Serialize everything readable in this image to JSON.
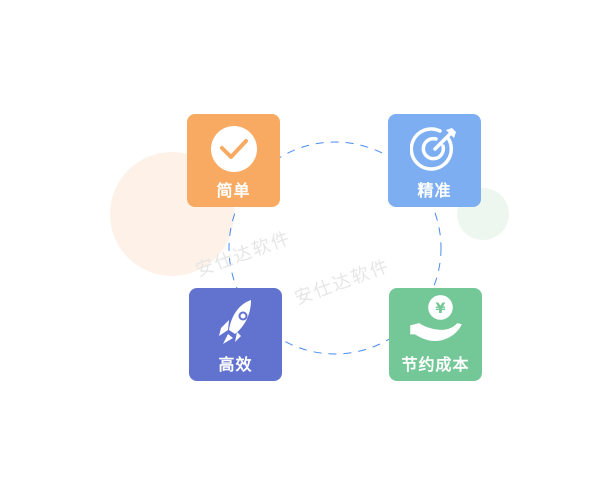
{
  "cards": [
    {
      "label": "简单",
      "icon": "check-circle-icon",
      "color": "#f8aa62"
    },
    {
      "label": "精准",
      "icon": "target-icon",
      "color": "#7daef2"
    },
    {
      "label": "高效",
      "icon": "rocket-icon",
      "color": "#6172cf"
    },
    {
      "label": "节约成本",
      "icon": "hand-money-icon",
      "color": "#74c797"
    }
  ],
  "watermark": "安仕达软件",
  "currency_symbol": "¥",
  "colors": {
    "ring": "#4a8bf0",
    "peach": "#fdf1e8",
    "mint": "#edf7f0"
  }
}
